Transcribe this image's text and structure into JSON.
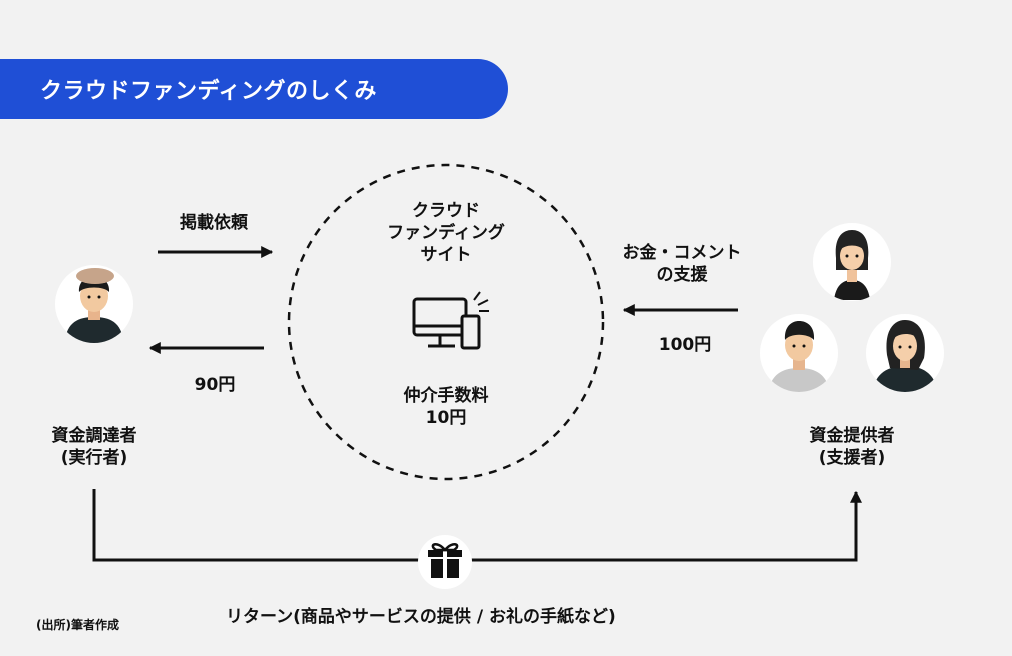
{
  "header": {
    "title": "クラウドファンディングのしくみ"
  },
  "site": {
    "name_line1": "クラウド",
    "name_line2": "ファンディング",
    "name_line3": "サイト",
    "fee_label": "仲介手数料",
    "fee_amount": "10円"
  },
  "left": {
    "request_label": "掲載依頼",
    "payout_amount": "90円",
    "role_line1": "資金調達者",
    "role_line2": "(実行者)"
  },
  "right": {
    "support_line1": "お金・コメント",
    "support_line2": "の支援",
    "support_amount": "100円",
    "role_line1": "資金提供者",
    "role_line2": "(支援者)"
  },
  "bottom": {
    "return_label": "リターン(商品やサービスの提供 / お礼の手紙など)",
    "source": "(出所)筆者作成"
  },
  "colors": {
    "accent": "#1f4fd6",
    "background": "#f2f2f2",
    "avatar_bg": "#ffffff",
    "line": "#111111"
  },
  "icons": [
    "computer-devices-icon",
    "gift-icon",
    "person-avatar-icon"
  ]
}
